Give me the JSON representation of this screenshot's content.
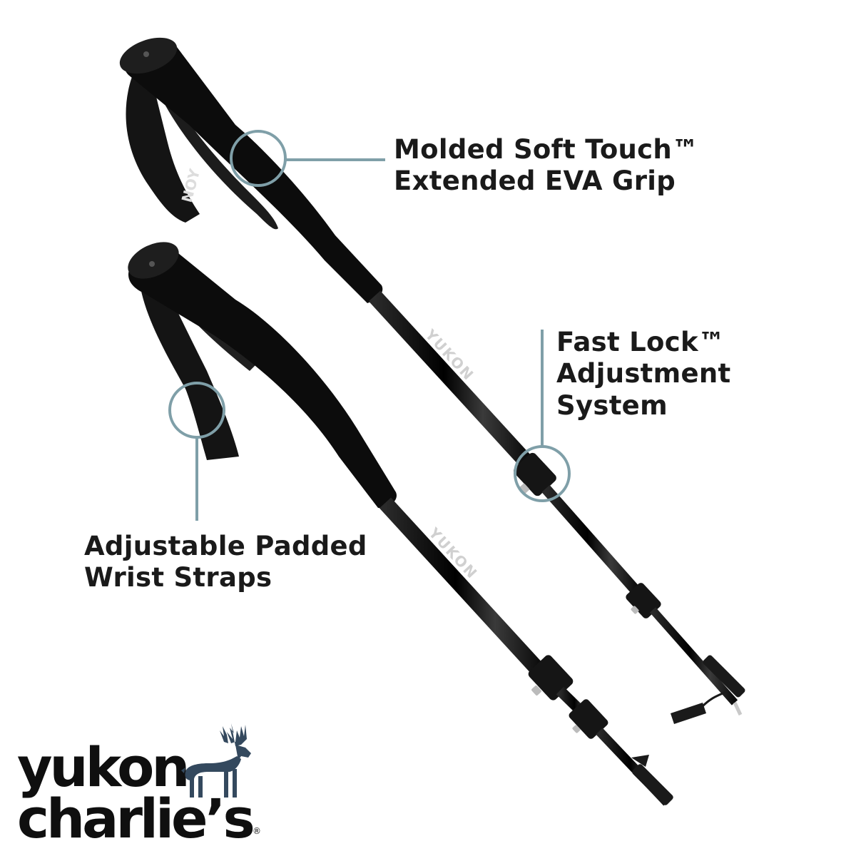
{
  "callouts": {
    "grip": {
      "line1": "Molded Soft Touch™",
      "line2": "Extended EVA Grip"
    },
    "lock": {
      "line1": "Fast Lock™",
      "line2": "Adjustment",
      "line3": "System"
    },
    "strap": {
      "line1": "Adjustable Padded",
      "line2": "Wrist Straps"
    }
  },
  "brand": {
    "word1": "yukon",
    "word2": "charlie’s",
    "registered": "®",
    "caribou_color": "#34495e"
  },
  "colors": {
    "callout_ring": "#7f9fa8",
    "pole": "#111111",
    "text": "#1a1a1a"
  },
  "pole_print": {
    "logo": "YUKON",
    "strap_print": "NOY"
  }
}
